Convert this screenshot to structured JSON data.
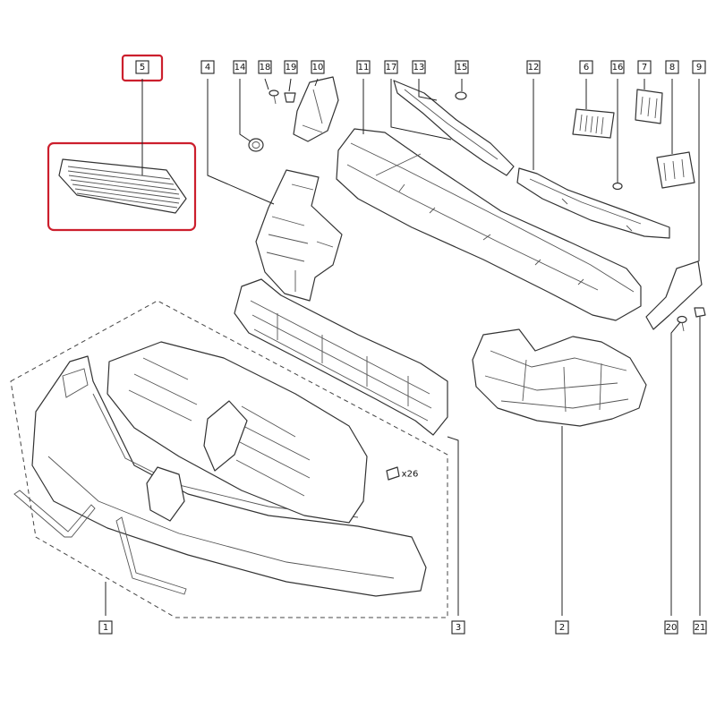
{
  "diagram": {
    "highlight_color": "#cc1f2d",
    "callouts": [
      {
        "id": "5",
        "highlighted": true
      },
      {
        "id": "4"
      },
      {
        "id": "14"
      },
      {
        "id": "18"
      },
      {
        "id": "19"
      },
      {
        "id": "10"
      },
      {
        "id": "11"
      },
      {
        "id": "17"
      },
      {
        "id": "13"
      },
      {
        "id": "15"
      },
      {
        "id": "12"
      },
      {
        "id": "6"
      },
      {
        "id": "16"
      },
      {
        "id": "7"
      },
      {
        "id": "8"
      },
      {
        "id": "9"
      },
      {
        "id": "1"
      },
      {
        "id": "3"
      },
      {
        "id": "2"
      },
      {
        "id": "20"
      },
      {
        "id": "21"
      }
    ],
    "clip_quantity_label": "x26"
  }
}
